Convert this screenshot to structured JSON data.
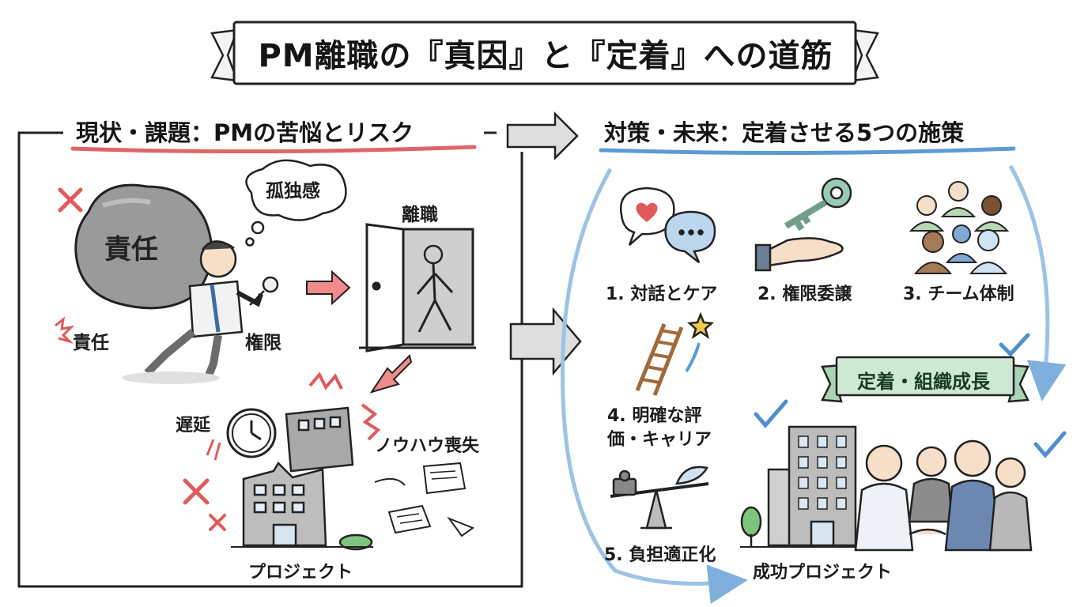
{
  "title": "PM離職の『真因』と『定着』への道筋",
  "left_section": {
    "heading": "現状・課題：PMの苦悩とリスク",
    "labels": {
      "boulder": "責任",
      "lonely": "孤独感",
      "resign": "離職",
      "responsibility": "責任",
      "authority": "権限",
      "delay": "遅延",
      "knowhow": "ノウハウ喪失",
      "project": "プロジェクト"
    }
  },
  "right_section": {
    "heading": "対策・未来：定着させる5つの施策",
    "measures": [
      {
        "label": "1. 対話とケア",
        "icon": "chat-heart-icon"
      },
      {
        "label": "2. 権限委譲",
        "icon": "key-hand-icon"
      },
      {
        "label": "3. チーム体制",
        "icon": "team-icon"
      },
      {
        "label": "4. 明確な評価・キャリア",
        "icon": "ladder-star-icon"
      },
      {
        "label": "5. 負担適正化",
        "icon": "balance-scale-icon"
      }
    ],
    "banner": "定着・組織成長",
    "result": "成功プロジェクト"
  },
  "colors": {
    "problem_underline": "#e06666",
    "solution_underline": "#5b9bd5",
    "banner_fill": "#cfe8d4",
    "arrow_gray": "#d9d9d9",
    "red_accent": "#e05a5a",
    "check_blue": "#4f8fd0"
  }
}
